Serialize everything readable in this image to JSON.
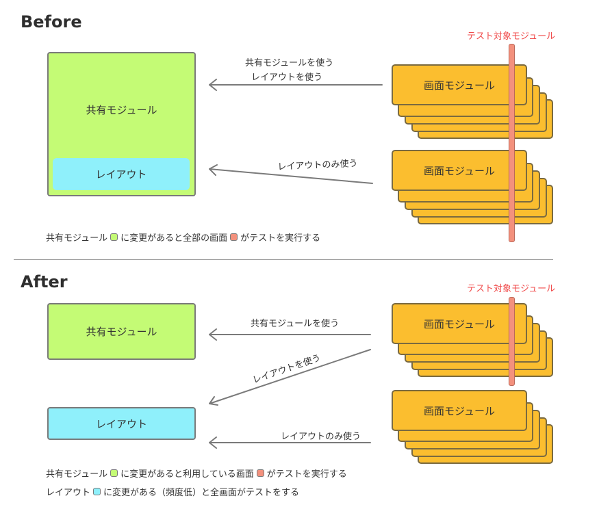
{
  "before": {
    "heading": "Before",
    "target_label": "テスト対象モジュール",
    "shared_box": "共有モジュール",
    "layout_box": "レイアウト",
    "screen_top": "画面モジュール",
    "screen_bottom": "画面モジュール",
    "arrow1_line1": "共有モジュールを使う",
    "arrow1_line2": "レイアウトを使う",
    "arrow2": "レイアウトのみ使う",
    "note": {
      "part1": "共有モジュール",
      "part2": "に変更があると全部の画面",
      "part3": "がテストを実行する"
    }
  },
  "after": {
    "heading": "After",
    "target_label": "テスト対象モジュール",
    "shared_box": "共有モジュール",
    "layout_box": "レイアウト",
    "screen_top": "画面モジュール",
    "screen_bottom": "画面モジュール",
    "arrow1": "共有モジュールを使う",
    "arrow2": "レイアウトを使う",
    "arrow3": "レイアウトのみ使う",
    "note1": {
      "part1": "共有モジュール",
      "part2": "に変更があると利用している画面",
      "part3": "がテストを実行する"
    },
    "note2": {
      "part1": "レイアウト",
      "part2": "に変更がある（頻度低）と全画面がテストをする"
    }
  },
  "colors": {
    "shared": "#c4fb75",
    "layout": "#8ff0fb",
    "screen": "#fbbe2f",
    "target": "#f3917d",
    "target_text": "#f04b4b"
  }
}
